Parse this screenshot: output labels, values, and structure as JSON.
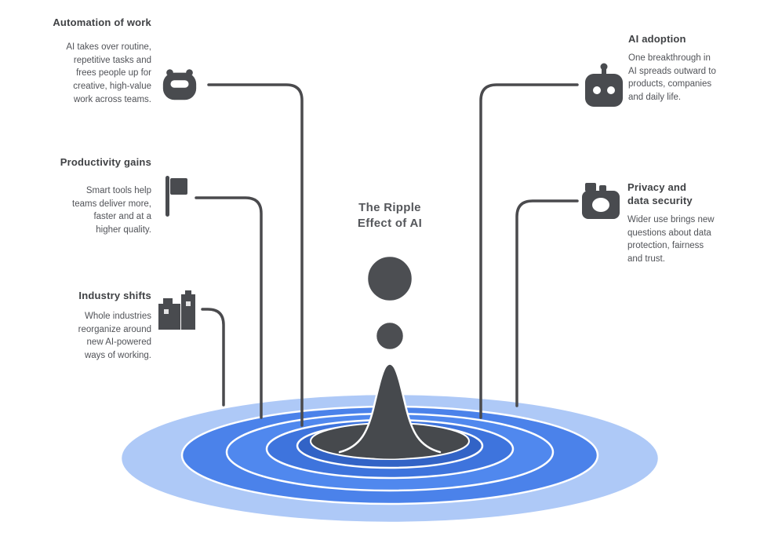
{
  "title": {
    "text": "The Ripple\nEffect of AI"
  },
  "callouts": {
    "left": [
      {
        "heading": "Automation of work",
        "body": "AI takes over routine,\nrepetitive tasks and\nfrees people up for\ncreative, high-value\nwork across teams.",
        "icon": "robot-face-icon"
      },
      {
        "heading": "Productivity gains",
        "body": "Smart tools help\nteams deliver more,\nfaster and at a\nhigher quality.",
        "icon": "flag-icon"
      },
      {
        "heading": "Industry shifts",
        "body": "Whole industries\nreorganize around\nnew AI-powered\nways of working.",
        "icon": "buildings-icon"
      }
    ],
    "right": [
      {
        "heading": "AI adoption",
        "body": "One breakthrough in\nAI spreads outward to\nproducts, companies\nand daily life.",
        "icon": "robot-head-icon"
      },
      {
        "heading": "Privacy and\ndata security",
        "body": "Wider use brings new\nquestions about data\nprotection, fairness\nand trust.",
        "icon": "camera-icon"
      }
    ]
  },
  "ripple": {
    "ring_colors": [
      "#aec9f7",
      "#4b82ea",
      "#5088ee",
      "#3e74dd",
      "#3263c6"
    ],
    "center_color": "#46494d",
    "droplet_color": "#4c4e52",
    "line_color": "#4a4a4d",
    "outline_color": "#ffffff"
  }
}
